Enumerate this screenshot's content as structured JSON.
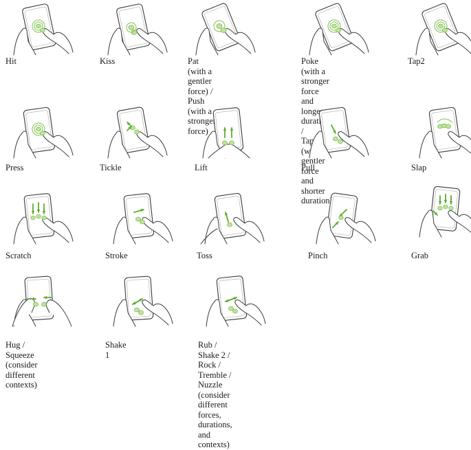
{
  "gestures": [
    {
      "id": "hit",
      "label": "Hit",
      "icon": "hand-hit-icon",
      "accent": "#5aab2a"
    },
    {
      "id": "kiss",
      "label": "Kiss",
      "icon": "hand-kiss-icon",
      "accent": "#5aab2a"
    },
    {
      "id": "pat",
      "label": "Pat (with a gentler force) /\nPush (with a stronger force)",
      "icon": "hand-pat-icon",
      "accent": "#5aab2a"
    },
    {
      "id": "poke",
      "label": "Poke (with a stronger force\nand longer duration) /\nTap1 (with a gentler force\nand shorter duration)",
      "icon": "hand-poke-icon",
      "accent": "#5aab2a"
    },
    {
      "id": "tap2",
      "label": "Tap2",
      "icon": "hand-tap-icon",
      "accent": "#5aab2a"
    },
    {
      "id": "press",
      "label": "Press",
      "icon": "hand-press-icon",
      "accent": "#5aab2a"
    },
    {
      "id": "tickle",
      "label": "Tickle",
      "icon": "hand-tickle-icon",
      "accent": "#5aab2a"
    },
    {
      "id": "lift",
      "label": "Lift",
      "icon": "hand-lift-icon",
      "accent": "#5aab2a"
    },
    {
      "id": "pull",
      "label": "Pull",
      "icon": "hand-pull-icon",
      "accent": "#5aab2a"
    },
    {
      "id": "slap",
      "label": "Slap",
      "icon": "hand-slap-icon",
      "accent": "#5aab2a"
    },
    {
      "id": "scratch",
      "label": "Scratch",
      "icon": "hand-scratch-icon",
      "accent": "#5aab2a"
    },
    {
      "id": "stroke",
      "label": "Stroke",
      "icon": "hand-stroke-icon",
      "accent": "#5aab2a"
    },
    {
      "id": "toss",
      "label": "Toss",
      "icon": "hand-toss-icon",
      "accent": "#5aab2a"
    },
    {
      "id": "pinch",
      "label": "Pinch",
      "icon": "hand-pinch-icon",
      "accent": "#5aab2a"
    },
    {
      "id": "grab",
      "label": "Grab",
      "icon": "hand-grab-icon",
      "accent": "#5aab2a"
    },
    {
      "id": "hug",
      "label": "Hug / Squeeze (consider\ndifferent contexts)",
      "icon": "hand-hug-icon",
      "accent": "#5aab2a"
    },
    {
      "id": "shake1",
      "label": "Shake 1",
      "icon": "hand-shake-icon",
      "accent": "#5aab2a"
    },
    {
      "id": "rub",
      "label": "Rub / Shake 2 / Rock  / Tremble  / Nuzzle\n(consider different forces, durations, and contexts)",
      "icon": "hand-rub-icon",
      "accent": "#5aab2a"
    }
  ]
}
